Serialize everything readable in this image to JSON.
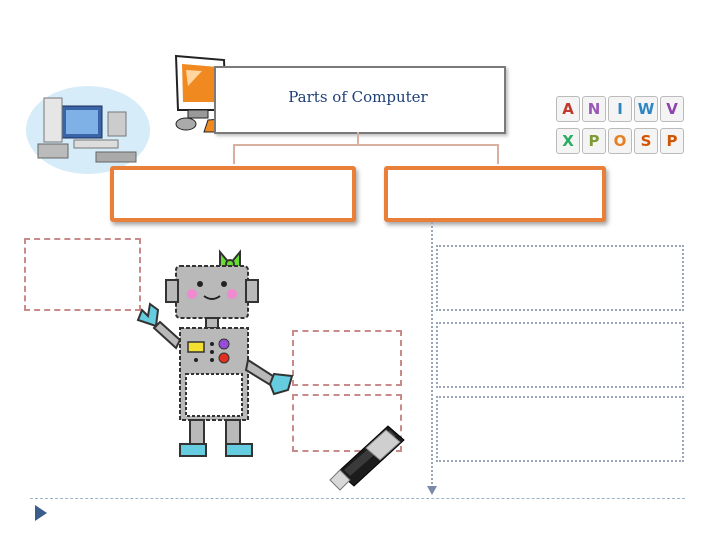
{
  "title": "Parts of Computer",
  "colors": {
    "title_text": "#1f3f7a",
    "branch_border": "#e8803a",
    "dashed_orange": "#c98a8a",
    "dashed_blue": "#9aa6b8",
    "robot_body": "#b9b9b9",
    "robot_accent": "#66cce0",
    "bow": "#66dd33"
  },
  "icons": {
    "computer_clipart": "computer-desk-icon",
    "monitor_clipart": "orange-monitor-icon",
    "office_icons": "office-apps-icon",
    "robot": "robot-illustration",
    "usb": "usb-flash-drive-icon",
    "nav": "triangle-right-icon"
  },
  "office_apps": [
    "A",
    "N",
    "I",
    "W",
    "V",
    "X",
    "P",
    "O",
    "S",
    "P"
  ]
}
